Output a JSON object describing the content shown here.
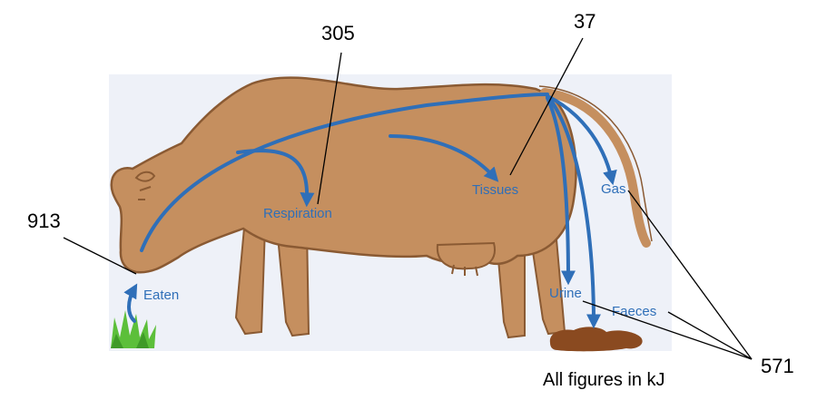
{
  "colors": {
    "background_panel": "#eef1f8",
    "cow_body": "#c58f5f",
    "cow_outline": "#8a5a33",
    "flow_arrow": "#2f6fb8",
    "grass": "#5cbf3a",
    "dung": "#8a4a20"
  },
  "flows": {
    "eaten": "Eaten",
    "respiration": "Respiration",
    "tissues": "Tissues",
    "gas": "Gas",
    "urine": "Urine",
    "faeces": "Faeces"
  },
  "values": {
    "eaten": "913",
    "respiration": "305",
    "tissues": "37",
    "waste": "571"
  },
  "note": "All figures in kJ"
}
